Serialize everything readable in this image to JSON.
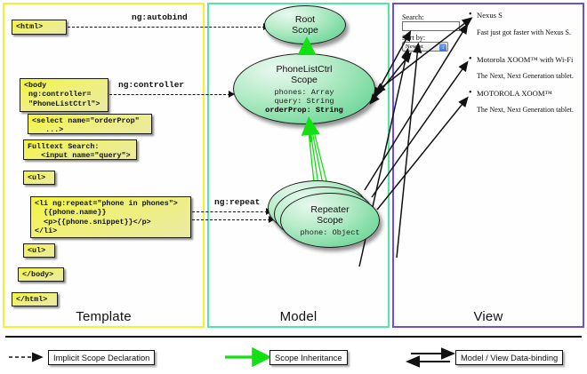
{
  "panels": {
    "template": {
      "title": "Template",
      "border_color": "#f2f22e"
    },
    "model": {
      "title": "Model",
      "border_color": "#4fe8a8"
    },
    "view": {
      "title": "View",
      "border_color": "#6a4fe0"
    }
  },
  "template": {
    "boxes": [
      {
        "name": "html-open",
        "text": "<html>"
      },
      {
        "name": "body-open",
        "text": "<body\n ng:controller=\n \"PhoneListCtrl\">"
      },
      {
        "name": "select-order",
        "text": "<select name=\"orderProp\"\n   ...>"
      },
      {
        "name": "fulltext",
        "text": "Fulltext Search:\n   <input name=\"query\">"
      },
      {
        "name": "ul-open",
        "text": "<ul>"
      },
      {
        "name": "li-repeat",
        "text": "<li ng:repeat=\"phone in phones\">\n  {{phone.name}}\n  <p>{{phone.snippet}}</p>\n</li>"
      },
      {
        "name": "ul-close",
        "text": "<ul>"
      },
      {
        "name": "body-close",
        "text": "</body>"
      },
      {
        "name": "html-close",
        "text": "</html>"
      }
    ]
  },
  "connectors": {
    "autobind": "ng:autobind",
    "controller": "ng:controller",
    "repeat": "ng:repeat"
  },
  "model": {
    "scopes": [
      {
        "name": "root",
        "line1": "Root",
        "line2": "Scope",
        "props": ""
      },
      {
        "name": "phonelist",
        "line1": "PhoneListCtrl",
        "line2": "Scope",
        "props_plain": "phones: Array\nquery: String",
        "props_bold": "orderProp: String"
      },
      {
        "name": "repeater",
        "line1": "Repeater",
        "line2": "Scope",
        "props": "phone: Object"
      }
    ]
  },
  "view": {
    "search_label": "Search:",
    "search_value": "",
    "sort_label": "Sort by:",
    "sort_selected": "Newest",
    "sort_options": [
      "Newest"
    ],
    "phones": [
      {
        "name": "Nexus S",
        "snippet": "Fast just got faster with Nexus S."
      },
      {
        "name": "Motorola XOOM™  with Wi-Fi",
        "snippet": "The Next, Next Generation tablet."
      },
      {
        "name": "MOTOROLA XOOM™",
        "snippet": "The Next, Next Generation tablet."
      }
    ]
  },
  "legend": {
    "items": [
      {
        "name": "implicit-scope-declaration",
        "label": "Implicit Scope Declaration",
        "style": "dashed-arrow",
        "color": "#111111"
      },
      {
        "name": "scope-inheritance",
        "label": "Scope Inheritance",
        "style": "green-arrow",
        "color": "#12e012"
      },
      {
        "name": "model-view-data-binding",
        "label": "Model / View Data-binding",
        "style": "double-arrow",
        "color": "#111111"
      }
    ]
  }
}
